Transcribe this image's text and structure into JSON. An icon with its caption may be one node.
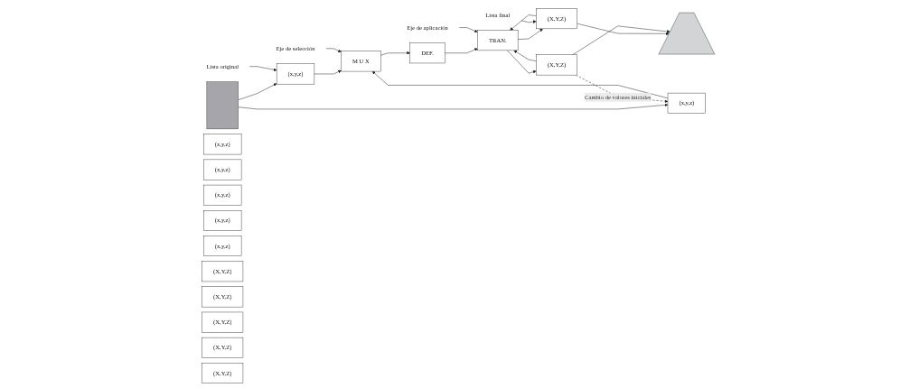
{
  "diagram": {
    "nodes": [
      {
        "text": [],
        "shape": "box"
      },
      {
        "text": [
          "Lista original"
        ]
      },
      {
        "text": [
          "(x,y,z)"
        ]
      },
      {
        "text": [
          "(x,y,z)"
        ]
      },
      {
        "text": [
          "(x,y,z)"
        ]
      },
      {
        "text": [
          "(x,y,z)"
        ]
      },
      {
        "text": [
          "(x,y,z)"
        ]
      },
      {
        "text": [
          "(x,y,z)"
        ]
      },
      {
        "text": [
          "(x,y,z)"
        ]
      },
      {
        "text": [
          "M U X"
        ]
      },
      {
        "text": [
          "DEF."
        ]
      },
      {
        "text": [
          "TRAN."
        ]
      },
      {
        "text": [
          "Lista final"
        ]
      },
      {
        "text": [
          "(X,Y,Z)"
        ]
      },
      {
        "text": [
          "(X,Y,Z)"
        ]
      },
      {
        "text": [
          "(X,Y,Z)"
        ]
      },
      {
        "text": [
          "(X,Y,Z)"
        ]
      },
      {
        "text": [
          "(X,Y,Z)"
        ]
      },
      {
        "text": [
          "(X,Y,Z)"
        ]
      },
      {
        "text": [
          "(X,Y,Z)"
        ]
      },
      {
        "text": [],
        "shape": "sector"
      },
      {
        "text": [
          "Eje de selección"
        ]
      },
      {
        "text": [
          "Eje de aplicación"
        ]
      }
    ],
    "edges": [
      {
        "from": 0,
        "to": 2,
        "arrow": "to"
      },
      {
        "from": 0,
        "to": 8,
        "arrow": "to"
      },
      {
        "from": 1,
        "to": 2,
        "arrow": "to"
      },
      {
        "from": 2,
        "to": 9,
        "arrow": "to"
      },
      {
        "from": 8,
        "to": 9,
        "arrow": "to"
      },
      {
        "from": 9,
        "to": 10,
        "arrow": "to"
      },
      {
        "from": 10,
        "to": 11,
        "arrow": "to"
      },
      {
        "from": 13,
        "to": 11,
        "arrow": "to"
      },
      {
        "from": 11,
        "to": 13,
        "arrow": "to"
      },
      {
        "from": 11,
        "to": 19,
        "arrow": "to"
      },
      {
        "from": 19,
        "to": 11,
        "arrow": "to"
      },
      {
        "from": 12,
        "to": 13,
        "arrow": "to"
      },
      {
        "from": 13,
        "to": 20,
        "arrow": "to"
      },
      {
        "from": 19,
        "to": 20,
        "arrow": "to"
      },
      {
        "from": 21,
        "to": 9,
        "arrow": "to"
      },
      {
        "from": 22,
        "to": 11,
        "arrow": "to"
      },
      {
        "from": 19,
        "to": 8,
        "arrow": "to",
        "style": "dashed",
        "label": "Cambio de valores iniciales"
      }
    ]
  }
}
